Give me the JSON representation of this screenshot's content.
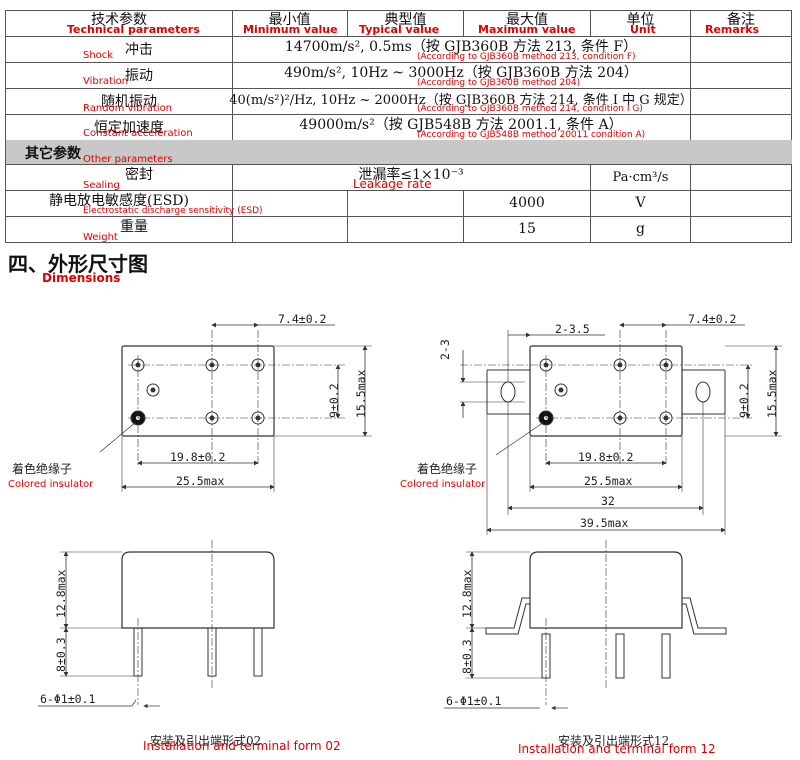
{
  "table": {
    "headers": [
      {
        "cn": "技术参数",
        "en": "Technical parameters"
      },
      {
        "cn": "最小值",
        "en": "Minimum value"
      },
      {
        "cn": "典型值",
        "en": "Typical value"
      },
      {
        "cn": "最大值",
        "en": "Maximum value"
      },
      {
        "cn": "单位",
        "en": "Unit"
      },
      {
        "cn": "备注",
        "en": "Remarks"
      }
    ],
    "rows_env": [
      {
        "param_cn": "冲击",
        "param_en": "Shock",
        "value": "14700m/s², 0.5ms（按 GJB360B 方法 213, 条件 F）",
        "note": "(According to GJB360B method 213, condition F)"
      },
      {
        "param_cn": "振动",
        "param_en": "Vibration",
        "value": "490m/s², 10Hz ~ 3000Hz（按 GJB360B 方法 204）",
        "note": "(According to GJB360B method 204)"
      },
      {
        "param_cn": "随机振动",
        "param_en": "Random vibration",
        "value": "40(m/s²)²/Hz, 10Hz ~ 2000Hz（按 GJB360B 方法 214, 条件 I 中 G 规定）",
        "note": "(According to GJB360B method 214, condition I G)"
      },
      {
        "param_cn": "恒定加速度",
        "param_en": "Constant acceleration",
        "value": "49000m/s²（按 GJB548B 方法 2001.1, 条件 A）",
        "note": "(According to GJB548B method 20011 condition A)"
      }
    ],
    "section": {
      "cn": "其它参数",
      "en": "Other parameters"
    },
    "rows_other": [
      {
        "param_cn": "密封",
        "param_en": "Sealing",
        "value": "泄漏率≤1×10⁻³",
        "value_en": "Leakage rate",
        "unit": "Pa·cm³/s"
      },
      {
        "param_cn": "静电放电敏感度(ESD)",
        "param_en": "Electrostatic discharge sensitivity (ESD)",
        "max": "4000",
        "unit": "V"
      },
      {
        "param_cn": "重量",
        "param_en": "Weight",
        "max": "15",
        "unit": "g"
      }
    ]
  },
  "dimensions": {
    "title_cn": "四、外形尺寸图",
    "title_en": "Dimensions",
    "d_74": "7.4±0.2",
    "d_92": "9±0.2",
    "d_155": "15.5max",
    "d_198": "19.8±0.2",
    "d_255": "25.5max",
    "d_23": "2-3",
    "d_235": "2-3.5",
    "d_32": "32",
    "d_395": "39.5max",
    "d_128": "12.8max",
    "d_803": "8±0.3",
    "d_phi": "6-Φ1±0.1",
    "insulator_cn": "着色绝缘子",
    "insulator_en": "Colored insulator",
    "form02_cn": "安装及引出端形式02",
    "form02_en": "Installation and terminal form 02",
    "form12_cn": "安装及引出端形式12",
    "form12_en": "Installation and terminal form 12"
  }
}
